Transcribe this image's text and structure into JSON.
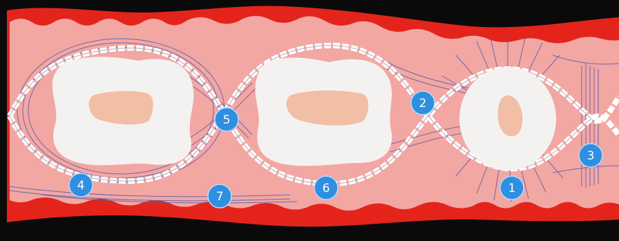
{
  "colors": {
    "background": "#0a0a0a",
    "gingiva_outer": "#e4241b",
    "gingiva_inner": "#f2a7a3",
    "fiber": "#5a5aa8",
    "tooth": "#f4f2f1",
    "pulp": "#f0bfa6",
    "badge": "#2f8fe0"
  },
  "labels": [
    {
      "id": "1",
      "text": "1"
    },
    {
      "id": "2",
      "text": "2"
    },
    {
      "id": "3",
      "text": "3"
    },
    {
      "id": "4",
      "text": "4"
    },
    {
      "id": "5",
      "text": "5"
    },
    {
      "id": "6",
      "text": "6"
    },
    {
      "id": "7",
      "text": "7"
    }
  ]
}
